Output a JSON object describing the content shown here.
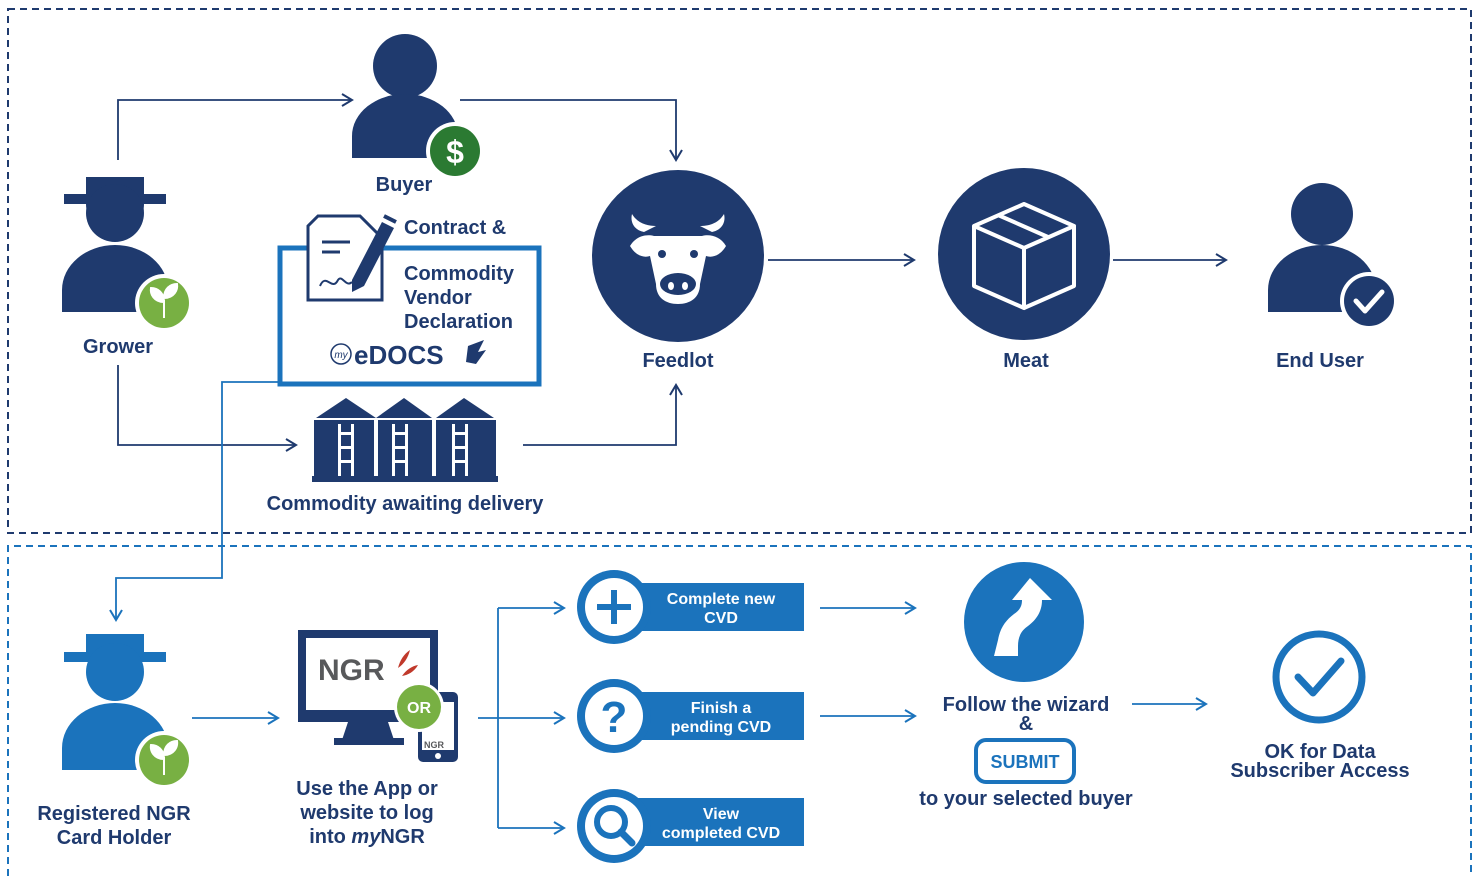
{
  "colors": {
    "navy": "#1f3a6e",
    "blue": "#1b73bc",
    "green": "#78b043",
    "dark_green": "#2b7a32"
  },
  "top_flow": {
    "grower": "Grower",
    "buyer": "Buyer",
    "contract_line1": "Contract &",
    "contract_line2": "Commodity",
    "contract_line3": "Vendor",
    "contract_line4": "Declaration",
    "edocs_prefix": "my",
    "edocs_logo": "eDOCS",
    "commodity": "Commodity awaiting delivery",
    "feedlot": "Feedlot",
    "meat": "Meat",
    "end_user": "End User"
  },
  "bottom_flow": {
    "holder_line1": "Registered NGR",
    "holder_line2": "Card Holder",
    "ngr_logo": "NGR",
    "ngr_small": "NGR",
    "or_badge": "OR",
    "app_line1": "Use the App or",
    "app_line2": "website to log",
    "app_line3_pre": "into ",
    "app_line3_italic": "my",
    "app_line3_post": "NGR",
    "opt1_line1": "Complete new",
    "opt1_line2": "CVD",
    "opt2_line1": "Finish a",
    "opt2_line2": "pending CVD",
    "opt3_line1": "View",
    "opt3_line2": "completed CVD",
    "wizard_line1": "Follow the wizard",
    "wizard_amp": "&",
    "submit": "SUBMIT",
    "wizard_line3": "to your selected buyer",
    "ok_line1": "OK for Data",
    "ok_line2": "Subscriber Access"
  },
  "icons": [
    "grower-icon",
    "sprout-icon",
    "buyer-icon",
    "dollar-icon",
    "contract-icon",
    "silos-icon",
    "cow-icon",
    "box-icon",
    "end-user-icon",
    "check-badge-icon",
    "plus-icon",
    "question-icon",
    "magnify-icon",
    "turn-arrow-icon",
    "check-circle-icon",
    "computer-icon",
    "phone-icon"
  ]
}
